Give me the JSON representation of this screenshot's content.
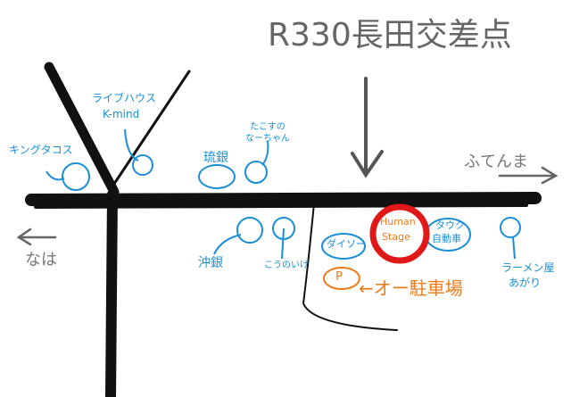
{
  "title": "R330長田交差点",
  "directions": {
    "right": "ふてんま",
    "left": "なは"
  },
  "places": {
    "king_tacos": "キングタコス",
    "livehouse_line1": "ライブハウス",
    "livehouse_line2": "K-mind",
    "takosu_line1": "たこすの",
    "takosu_line2": "なーちゃん",
    "ryugin": "琉銀",
    "okigin": "沖銀",
    "kounoike": "こうのいけ",
    "daiso": "ダイソー",
    "human_stage_line1": "Human",
    "human_stage_line2": "Stage",
    "dealer_line1": "タウク",
    "dealer_line2": "自動車",
    "ramen_line1": "ラーメン屋",
    "ramen_line2": "あがり",
    "parking_mark": "P",
    "parking_label": "←オー駐車場"
  },
  "colors": {
    "road": "#111111",
    "label": "#1a8fd6",
    "highlight": "#e01818",
    "parking": "#f07a1a"
  }
}
